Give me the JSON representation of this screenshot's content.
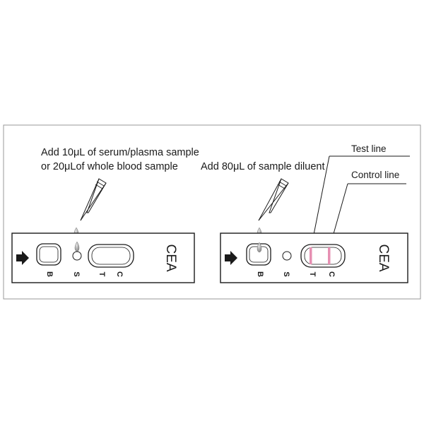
{
  "left_panel": {
    "instruction_line1": "Add 10μL of serum/plasma sample",
    "instruction_line2": "or 20μLof whole blood sample",
    "cassette": {
      "brand": "CEA",
      "well_b": "B",
      "well_s": "S",
      "mark_t": "T",
      "mark_c": "C"
    }
  },
  "right_panel": {
    "instruction": "Add 80μL of sample diluent",
    "test_line_label": "Test line",
    "control_line_label": "Control line",
    "cassette": {
      "brand": "CEA",
      "well_b": "B",
      "well_s": "S",
      "mark_t": "T",
      "mark_c": "C"
    }
  },
  "colors": {
    "test_line": "#e68fb2",
    "control_line": "#e68fb2",
    "drop": "#9a9a9a",
    "outline": "#1a1a1a"
  },
  "icons": [
    "arrow-right-icon",
    "pipette-icon",
    "drop-icon"
  ]
}
